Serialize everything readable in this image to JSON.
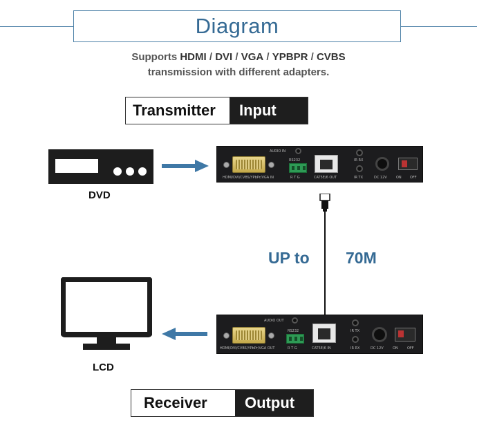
{
  "header": {
    "title": "Diagram",
    "subtitle_prefix": "Supports ",
    "formats": [
      "HDMI",
      "DVI",
      "VGA",
      "YPBPR",
      "CVBS"
    ],
    "separator": " / ",
    "subtitle_line2": "transmission with different adapters."
  },
  "transmitter": {
    "label_left": "Transmitter",
    "label_right": "Input",
    "source_device": "DVD",
    "panel": {
      "audio": "AUDIO IN",
      "video": "HDMI/DVI/CVBS/YPbPr/VGA IN",
      "rs232": "RS232",
      "rs232_pins": "R  T  G",
      "cat": "CAT5E/6 OUT",
      "ir_top": "IR RX",
      "ir_bottom": "IR TX",
      "dc": "DC 12V",
      "on": "ON",
      "off": "OFF"
    }
  },
  "distance": {
    "left": "UP to",
    "right": "70M"
  },
  "receiver": {
    "label_left": "Receiver",
    "label_right": "Output",
    "sink_device": "LCD",
    "panel": {
      "audio": "AUDIO OUT",
      "video": "HDMI/DVI/CVBS/YPbPr/VGA OUT",
      "rs232": "RS232",
      "rs232_pins": "R  T  G",
      "cat": "CAT5E/6 IN",
      "ir_top": "IR TX",
      "ir_bottom": "IR RX",
      "dc": "DC 12V",
      "on": "ON",
      "off": "OFF"
    }
  },
  "colors": {
    "accent": "#356a94",
    "arrow": "#3f78a6",
    "panel": "#1c1c1e"
  }
}
